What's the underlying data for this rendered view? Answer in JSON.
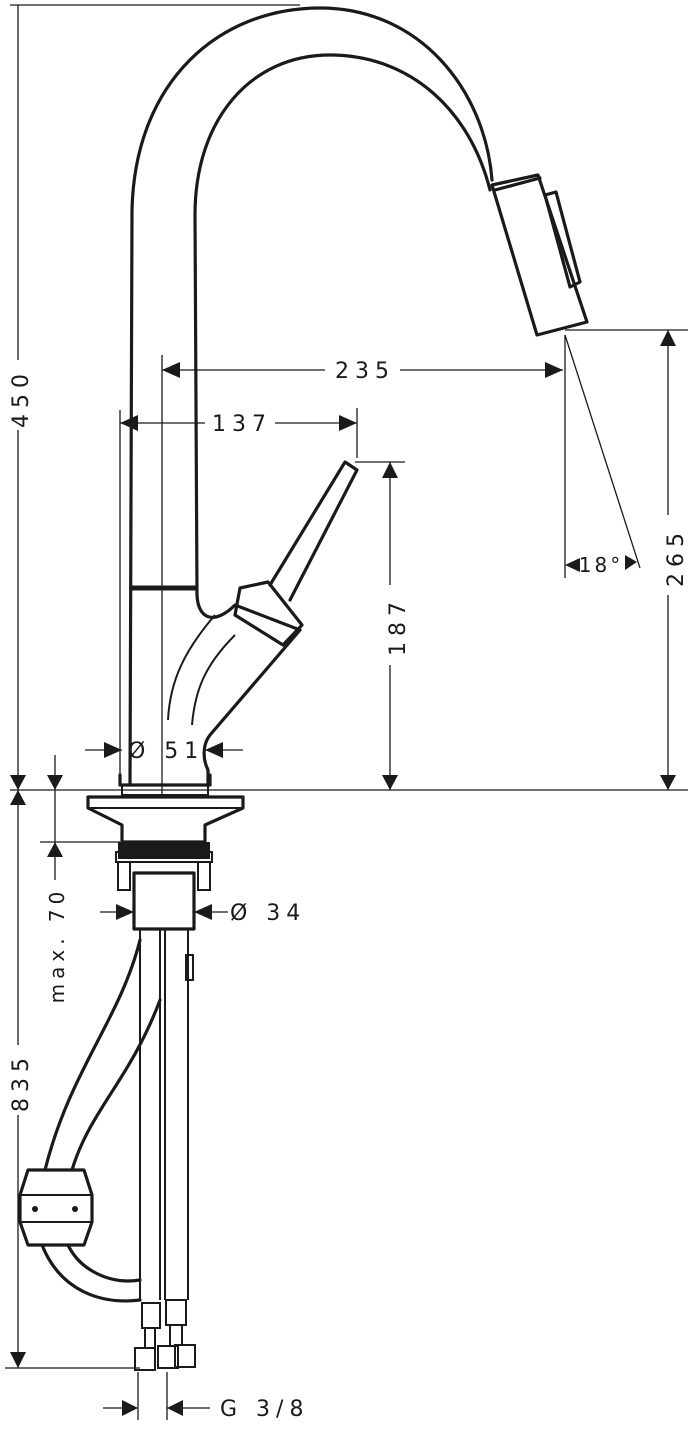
{
  "title": "Kitchen faucet with pull-out spray – dimension drawing",
  "dimensions": {
    "total_height": "450",
    "below_deck_length": "835",
    "max_deck_thickness": "max. 70",
    "spray_outlet_height": "265",
    "lever_height": "187",
    "spout_reach": "235",
    "lever_reach": "137",
    "spray_angle": "18°",
    "body_diameter": "Ø 51",
    "shank_diameter": "Ø 34",
    "connection_thread": "G 3/8"
  },
  "colors": {
    "line": "#1a1a1a",
    "background": "#ffffff"
  }
}
